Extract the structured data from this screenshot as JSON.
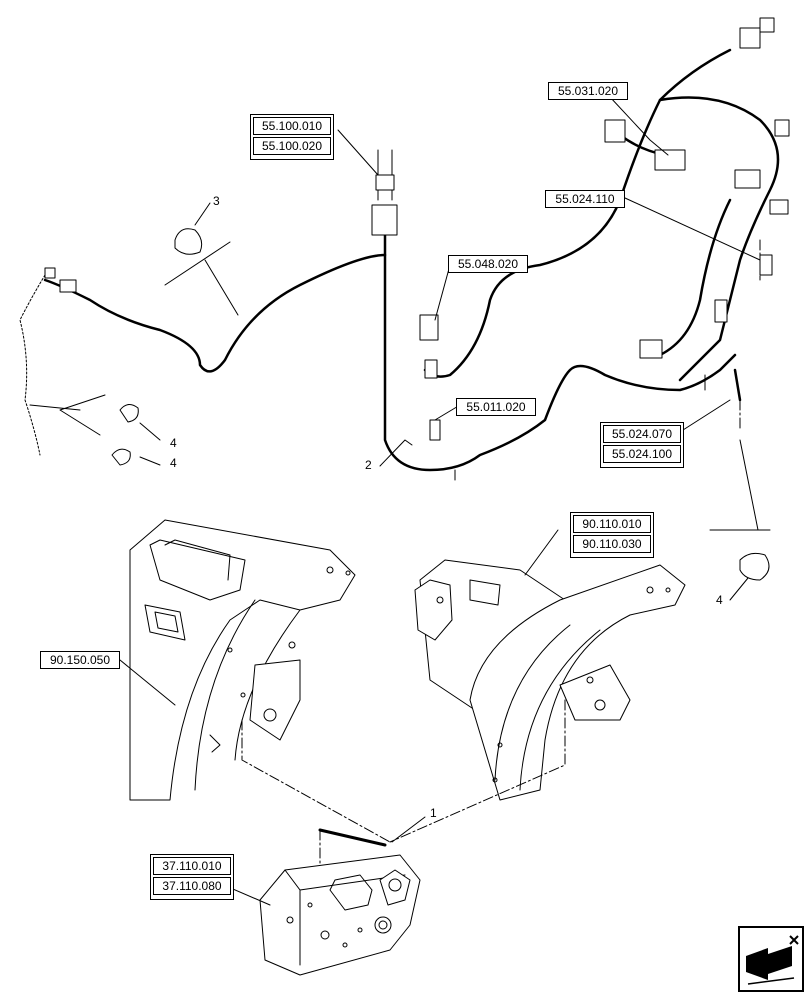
{
  "refs": {
    "r_55_100_010": "55.100.010",
    "r_55_100_020": "55.100.020",
    "r_55_031_020": "55.031.020",
    "r_55_024_110": "55.024.110",
    "r_55_048_020": "55.048.020",
    "r_55_011_020": "55.011.020",
    "r_55_024_070": "55.024.070",
    "r_55_024_100": "55.024.100",
    "r_90_110_010": "90.110.010",
    "r_90_110_030": "90.110.030",
    "r_90_150_050": "90.150.050",
    "r_37_110_010": "37.110.010",
    "r_37_110_080": "37.110.080"
  },
  "callouts": {
    "c1": "1",
    "c2": "2",
    "c3": "3",
    "c4a": "4",
    "c4b": "4",
    "c4c": "4"
  },
  "icons": {
    "nav": "next-page-arrow-icon"
  }
}
